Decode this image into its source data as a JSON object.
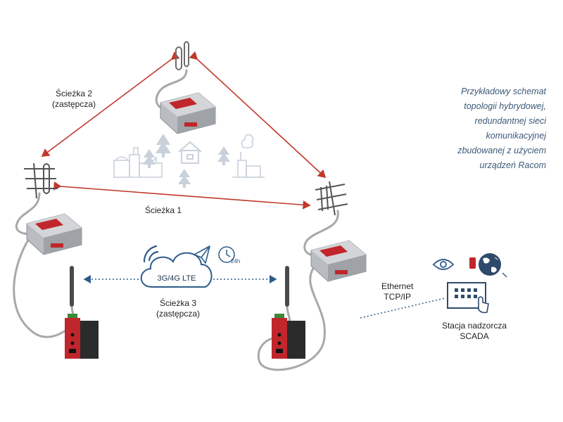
{
  "labels": {
    "path2": [
      "Ścieżka 2",
      "(zastępcza)"
    ],
    "path1": "Ścieżka 1",
    "path3": [
      "Ścieżka 3",
      "(zastępcza)"
    ],
    "cloud": "3G/4G LTE",
    "clock": "24h",
    "ethernet": [
      "Ethernet",
      "TCP/IP"
    ],
    "scada": [
      "Stacja nadzorcza",
      "SCADA"
    ]
  },
  "caption": [
    "Przykładowy schemat",
    "topologii hybrydowej,",
    "redundantnej sieci",
    "komunikacyjnej",
    "zbudowanej z użyciem",
    "urządzeń Racom"
  ],
  "colors": {
    "radio_link": "#c0392b",
    "lte_link": "#2e5b8a",
    "device_red": "#c0262b",
    "device_body": "#b9bcc0",
    "cable": "#a8a8a8",
    "faded_icon": "#c9d1db",
    "caption": "#3d5a78",
    "scada_icon": "#2e4a6b"
  },
  "icons": [
    "antenna-icon",
    "yagi-antenna-icon",
    "router-icon",
    "lte-router-icon",
    "cloud-icon",
    "paper-plane-icon",
    "clock-icon",
    "eye-icon",
    "globe-icon",
    "touch-panel-icon"
  ]
}
